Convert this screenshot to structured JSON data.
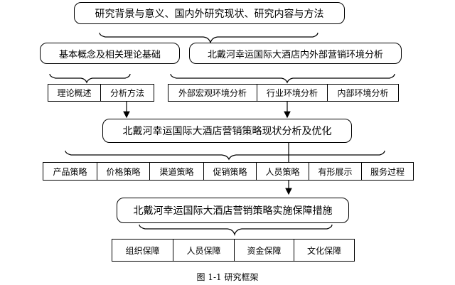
{
  "title": "研究背景与意义、国内外研究现状、研究内容与方法",
  "left_branch": {
    "label": "基本概念及相关理论基础",
    "items": [
      "理论概述",
      "分析方法"
    ]
  },
  "right_branch": {
    "label": "北戴河幸运国际大酒店内外部营销环境分析",
    "items": [
      "外部宏观环境分析",
      "行业环境分析",
      "内部环境分析"
    ]
  },
  "status_analysis": {
    "label": "北戴河幸运国际大酒店营销策略现状分析及优化",
    "items": [
      "产品策略",
      "价格策略",
      "渠道策略",
      "促销策略",
      "人员策略",
      "有形展示",
      "服务过程"
    ]
  },
  "measures": {
    "label": "北戴河幸运国际大酒店营销策略实施保障措施",
    "items": [
      "组织保障",
      "人员保障",
      "资金保障",
      "文化保障"
    ]
  },
  "caption": "图 1-1 研究框架"
}
